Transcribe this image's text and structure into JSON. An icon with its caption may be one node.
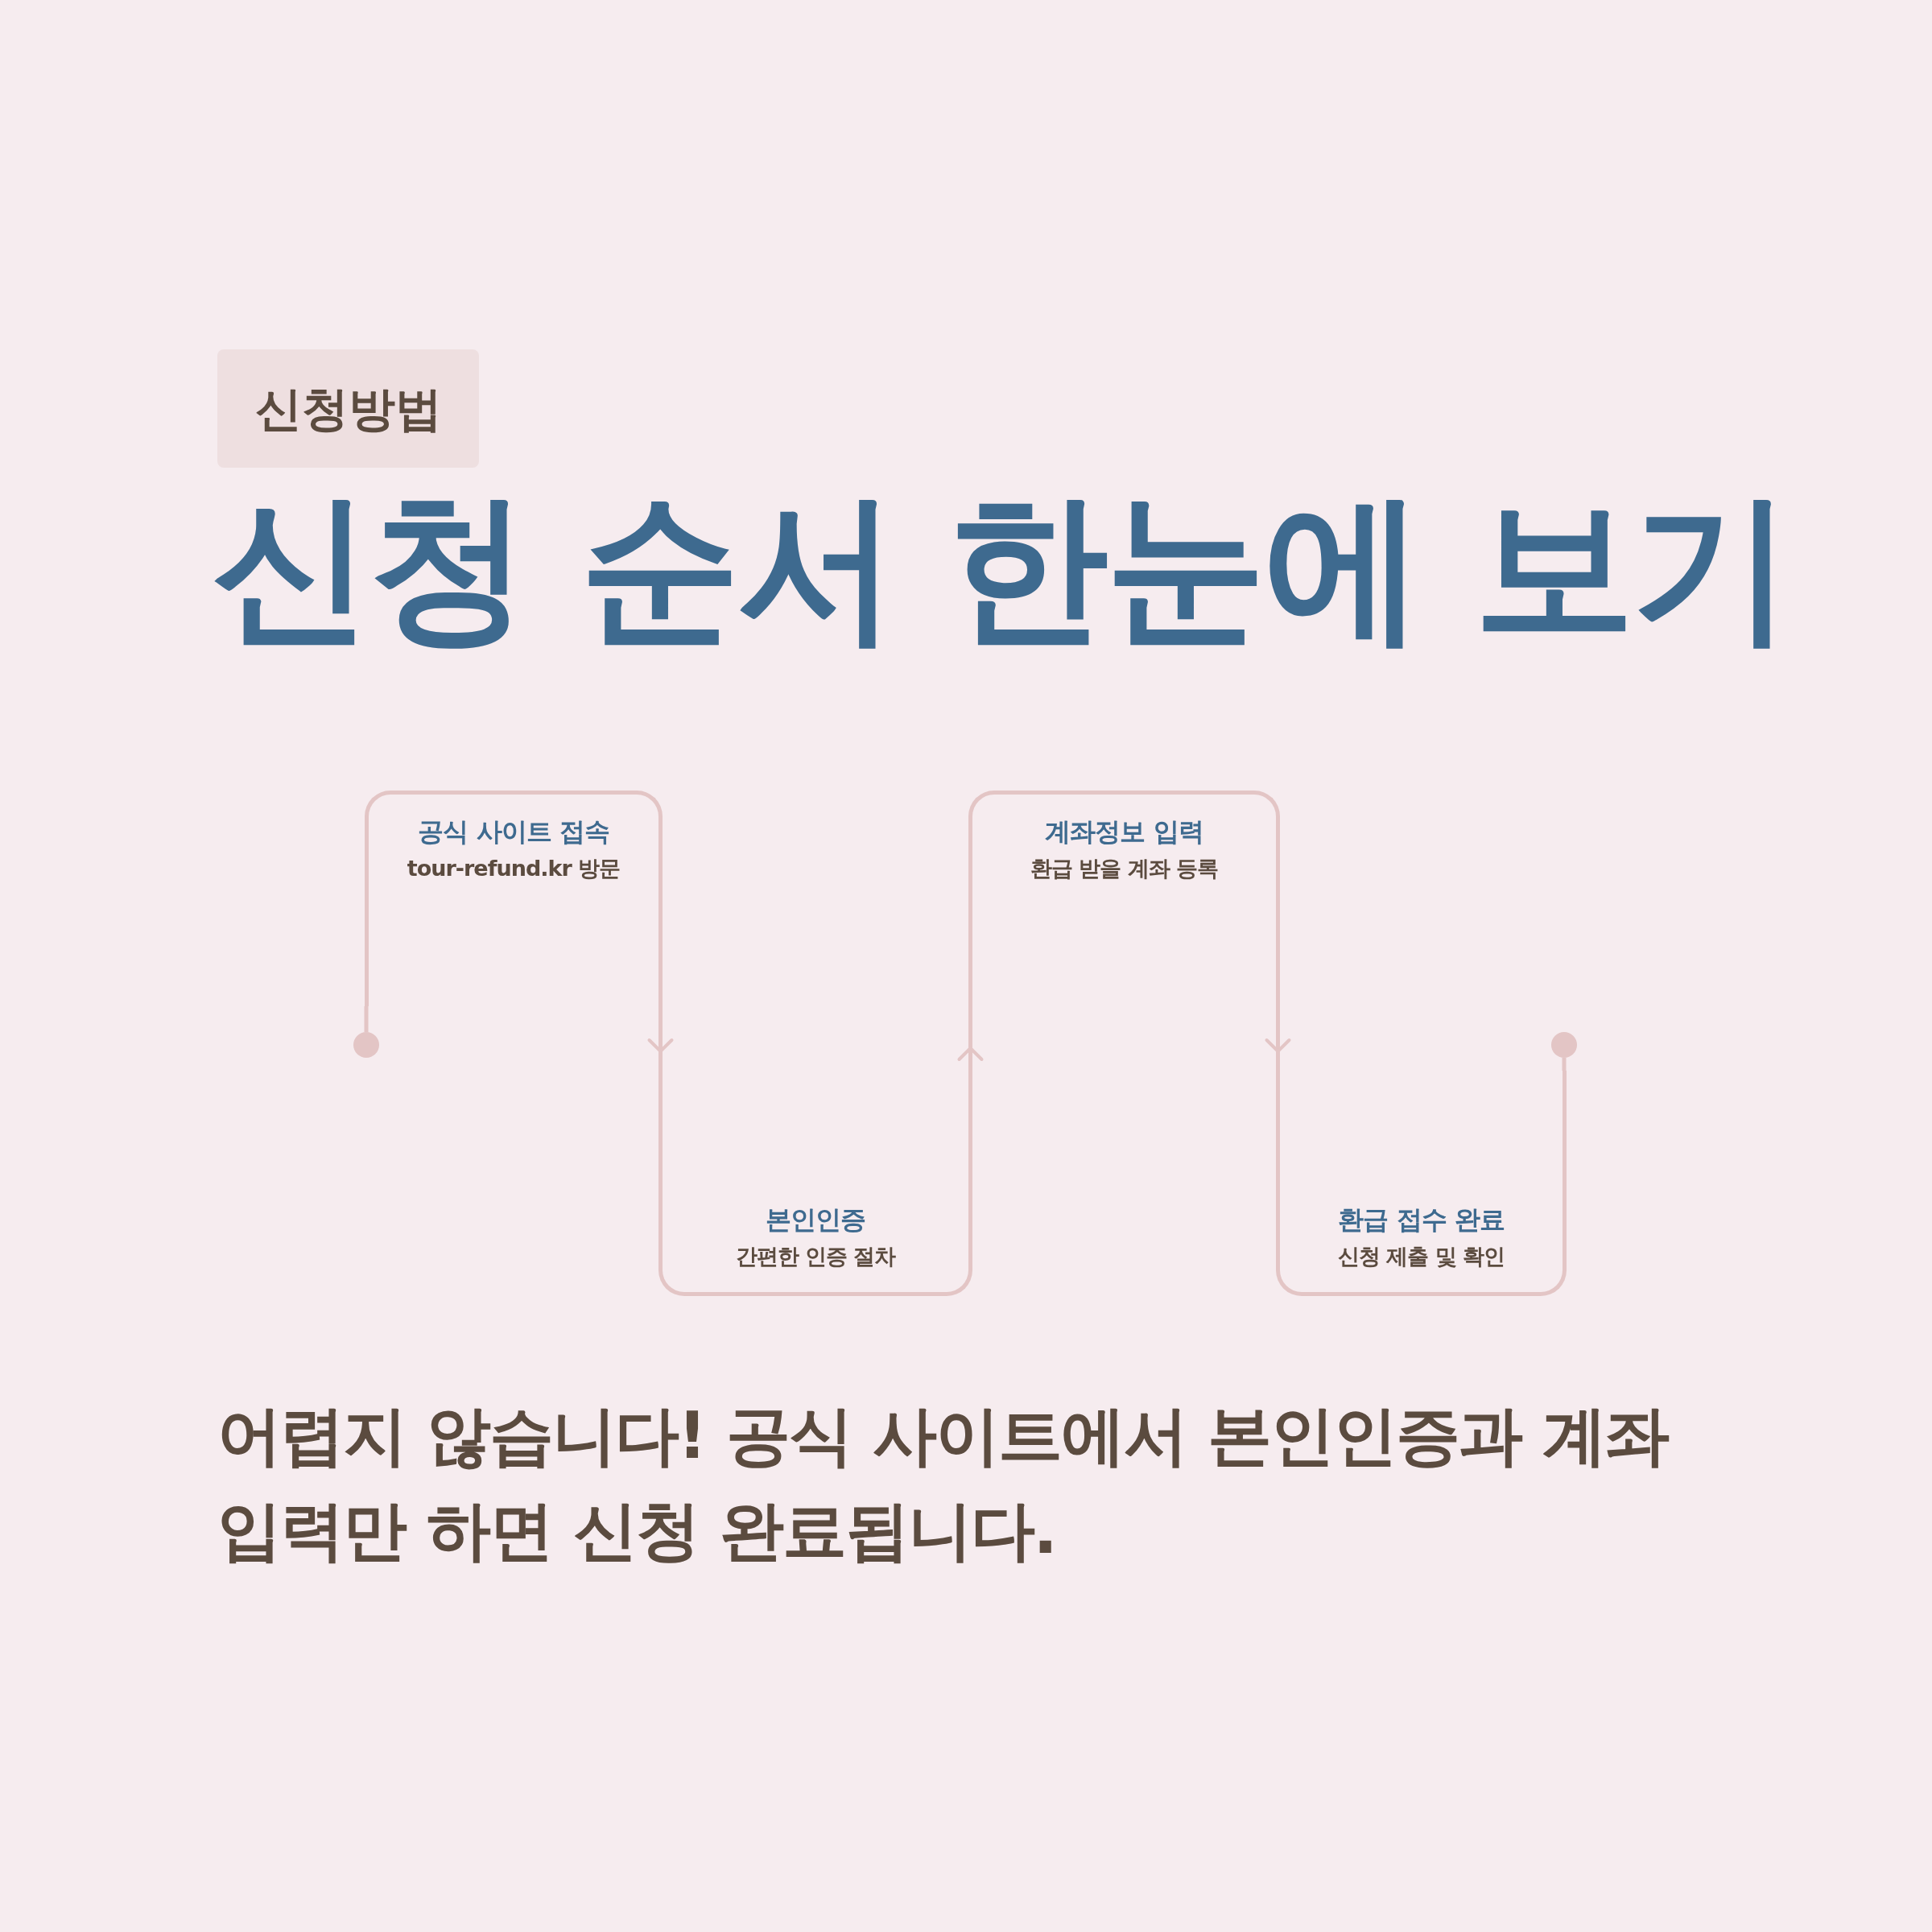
{
  "diagram": {
    "title": "신청 순서 한눈에 보기",
    "nodes": [
      {
        "text": [
          "신청방법"
        ]
      },
      {
        "text": [],
        "shape": "circle"
      },
      {
        "text": [
          "공식 사이트 접속",
          "tour-refund.kr 방문"
        ]
      },
      {
        "text": [
          "본인인증",
          "간편한 인증 절차"
        ]
      },
      {
        "text": [
          "계좌정보 입력",
          "환급 받을 계좌 등록"
        ]
      },
      {
        "text": [
          "환급 접수 완료",
          "신청 제출 및 확인"
        ]
      },
      {
        "text": [],
        "shape": "circle"
      }
    ],
    "edges": [
      {
        "from": 1,
        "to": 2,
        "arrow": "none"
      },
      {
        "from": 2,
        "to": 3,
        "arrow": "to"
      },
      {
        "from": 3,
        "to": 4,
        "arrow": "to"
      },
      {
        "from": 4,
        "to": 5,
        "arrow": "to"
      },
      {
        "from": 5,
        "to": 6,
        "arrow": "none"
      }
    ],
    "labels": [
      "어렵지 않습니다! 공식 사이트에서 본인인증과 계좌 입력만 하면 신청 완료됩니다."
    ]
  }
}
